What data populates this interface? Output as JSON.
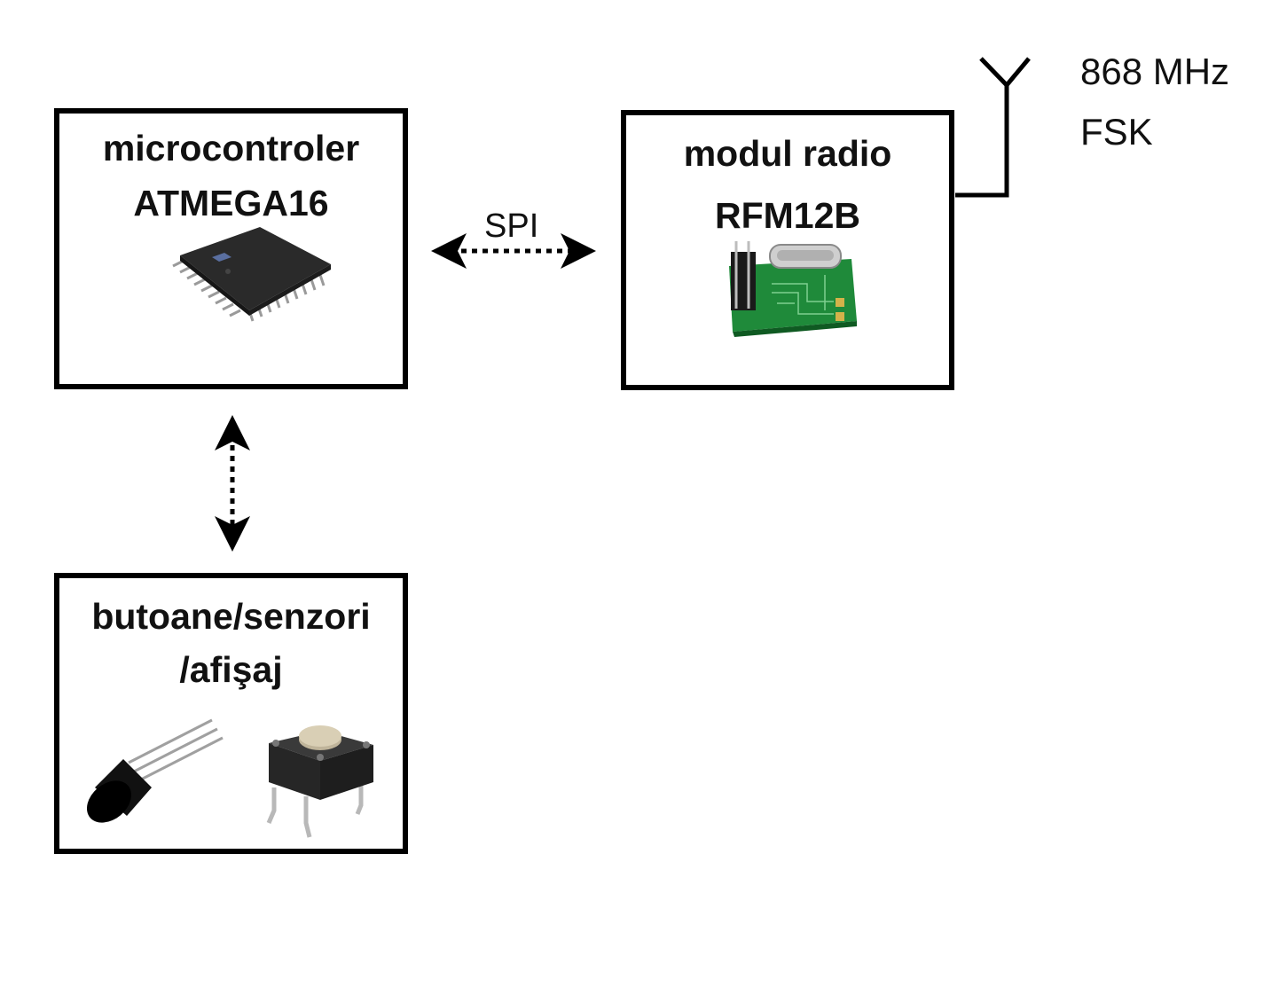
{
  "blocks": {
    "microcontroller": {
      "line1": "microcontroler",
      "line2": "ATMEGA16",
      "image": "chip-icon"
    },
    "radio": {
      "line1": "modul radio",
      "line2": "RFM12B",
      "image": "rf-module-icon"
    },
    "io": {
      "line1": "butoane/senzori",
      "line2": "/afişaj",
      "images": [
        "temperature-sensor-icon",
        "tactile-button-icon"
      ]
    }
  },
  "links": {
    "spi": {
      "label": "SPI",
      "style": "dotted double arrow"
    },
    "mcu_io": {
      "label": "",
      "style": "dotted double arrow"
    }
  },
  "antenna": {
    "icon": "antenna-icon",
    "frequency": "868 MHz",
    "modulation": "FSK"
  }
}
